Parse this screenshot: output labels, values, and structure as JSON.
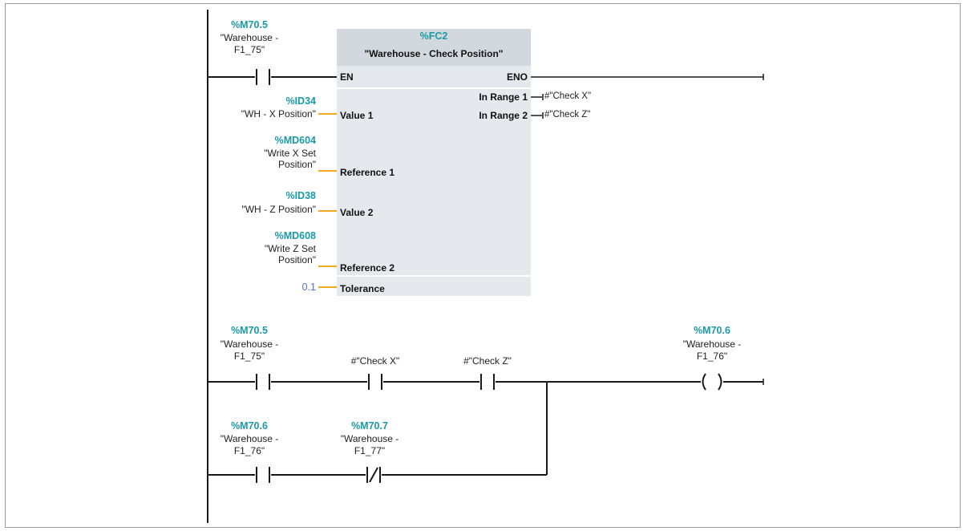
{
  "network1": {
    "enable_contact": {
      "address": "%M70.5",
      "symbol_line1": "\"Warehouse -",
      "symbol_line2": "F1_75\""
    },
    "function_block": {
      "address": "%FC2",
      "name": "\"Warehouse - Check Position\"",
      "en": "EN",
      "eno": "ENO",
      "inputs": [
        {
          "pin": "Value 1",
          "address": "%ID34",
          "symbol_line1": "\"WH - X Position\"",
          "symbol_line2": ""
        },
        {
          "pin": "Reference 1",
          "address": "%MD604",
          "symbol_line1": "\"Write X Set",
          "symbol_line2": "Position\""
        },
        {
          "pin": "Value 2",
          "address": "%ID38",
          "symbol_line1": "\"WH - Z Position\"",
          "symbol_line2": ""
        },
        {
          "pin": "Reference 2",
          "address": "%MD608",
          "symbol_line1": "\"Write Z Set",
          "symbol_line2": "Position\""
        },
        {
          "pin": "Tolerance",
          "constant": "0.1"
        }
      ],
      "outputs": [
        {
          "pin": "In Range 1",
          "operand": "#\"Check X\""
        },
        {
          "pin": "In Range 2",
          "operand": "#\"Check Z\""
        }
      ]
    }
  },
  "network2": {
    "contact1": {
      "address": "%M70.5",
      "symbol_line1": "\"Warehouse -",
      "symbol_line2": "F1_75\""
    },
    "contact2": {
      "operand": "#\"Check X\""
    },
    "contact3": {
      "operand": "#\"Check Z\""
    },
    "coil": {
      "address": "%M70.6",
      "symbol_line1": "\"Warehouse -",
      "symbol_line2": "F1_76\""
    },
    "branch_contact1": {
      "address": "%M70.6",
      "symbol_line1": "\"Warehouse -",
      "symbol_line2": "F1_76\""
    },
    "branch_contact2": {
      "address": "%M70.7",
      "symbol_line1": "\"Warehouse -",
      "symbol_line2": "F1_77\""
    }
  },
  "colors": {
    "address": "#1a9aa6",
    "connector": "#f5a623",
    "constant": "#4a73c9",
    "box": "#e5e8ec",
    "box_header": "#d3d8de"
  }
}
